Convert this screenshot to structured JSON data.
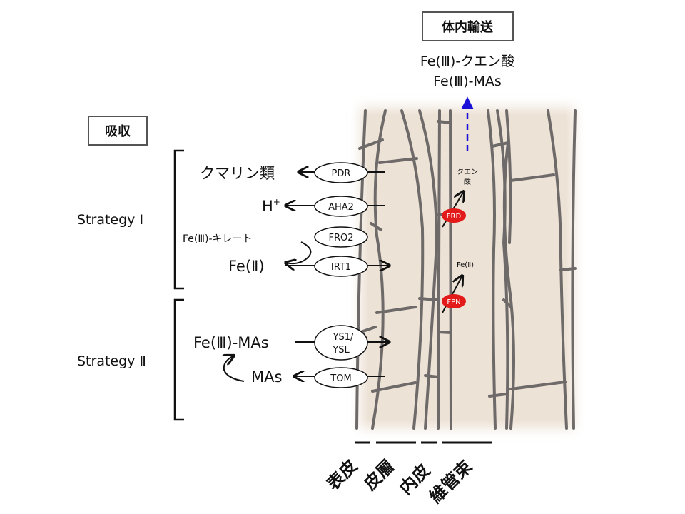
{
  "boxes": {
    "transport": "体内輸送",
    "absorption": "吸収"
  },
  "transport_forms": [
    "Fe(Ⅲ)-クエン酸",
    "Fe(Ⅲ)-MAs"
  ],
  "strategies": {
    "one": "Strategy Ⅰ",
    "two": "Strategy Ⅱ"
  },
  "substances": {
    "coumarins": "クマリン類",
    "proton": "H",
    "proton_sup": "+",
    "fe3_chelate": "Fe(Ⅲ)-キレート",
    "fe2": "Fe(Ⅱ)",
    "fe3_mas": "Fe(Ⅲ)-MAs",
    "mas": "MAs"
  },
  "transporters": {
    "pdr": "PDR",
    "aha2": "AHA2",
    "fro2": "FRO2",
    "irt1": "IRT1",
    "ys1": "YS1/",
    "ysl": "YSL",
    "tom": "TOM"
  },
  "inner": {
    "citrate_1": "クエン",
    "citrate_2": "酸",
    "fe2": "Fe(Ⅱ)",
    "frd": "FRD",
    "fpn": "FPN"
  },
  "tissues": [
    "表皮",
    "皮層",
    "内皮",
    "維管束"
  ],
  "colors": {
    "tissue_bg": "#ede2d6",
    "cell_wall": "#6e6a69",
    "red": "#e21a1a",
    "blue": "#1a10d8"
  }
}
